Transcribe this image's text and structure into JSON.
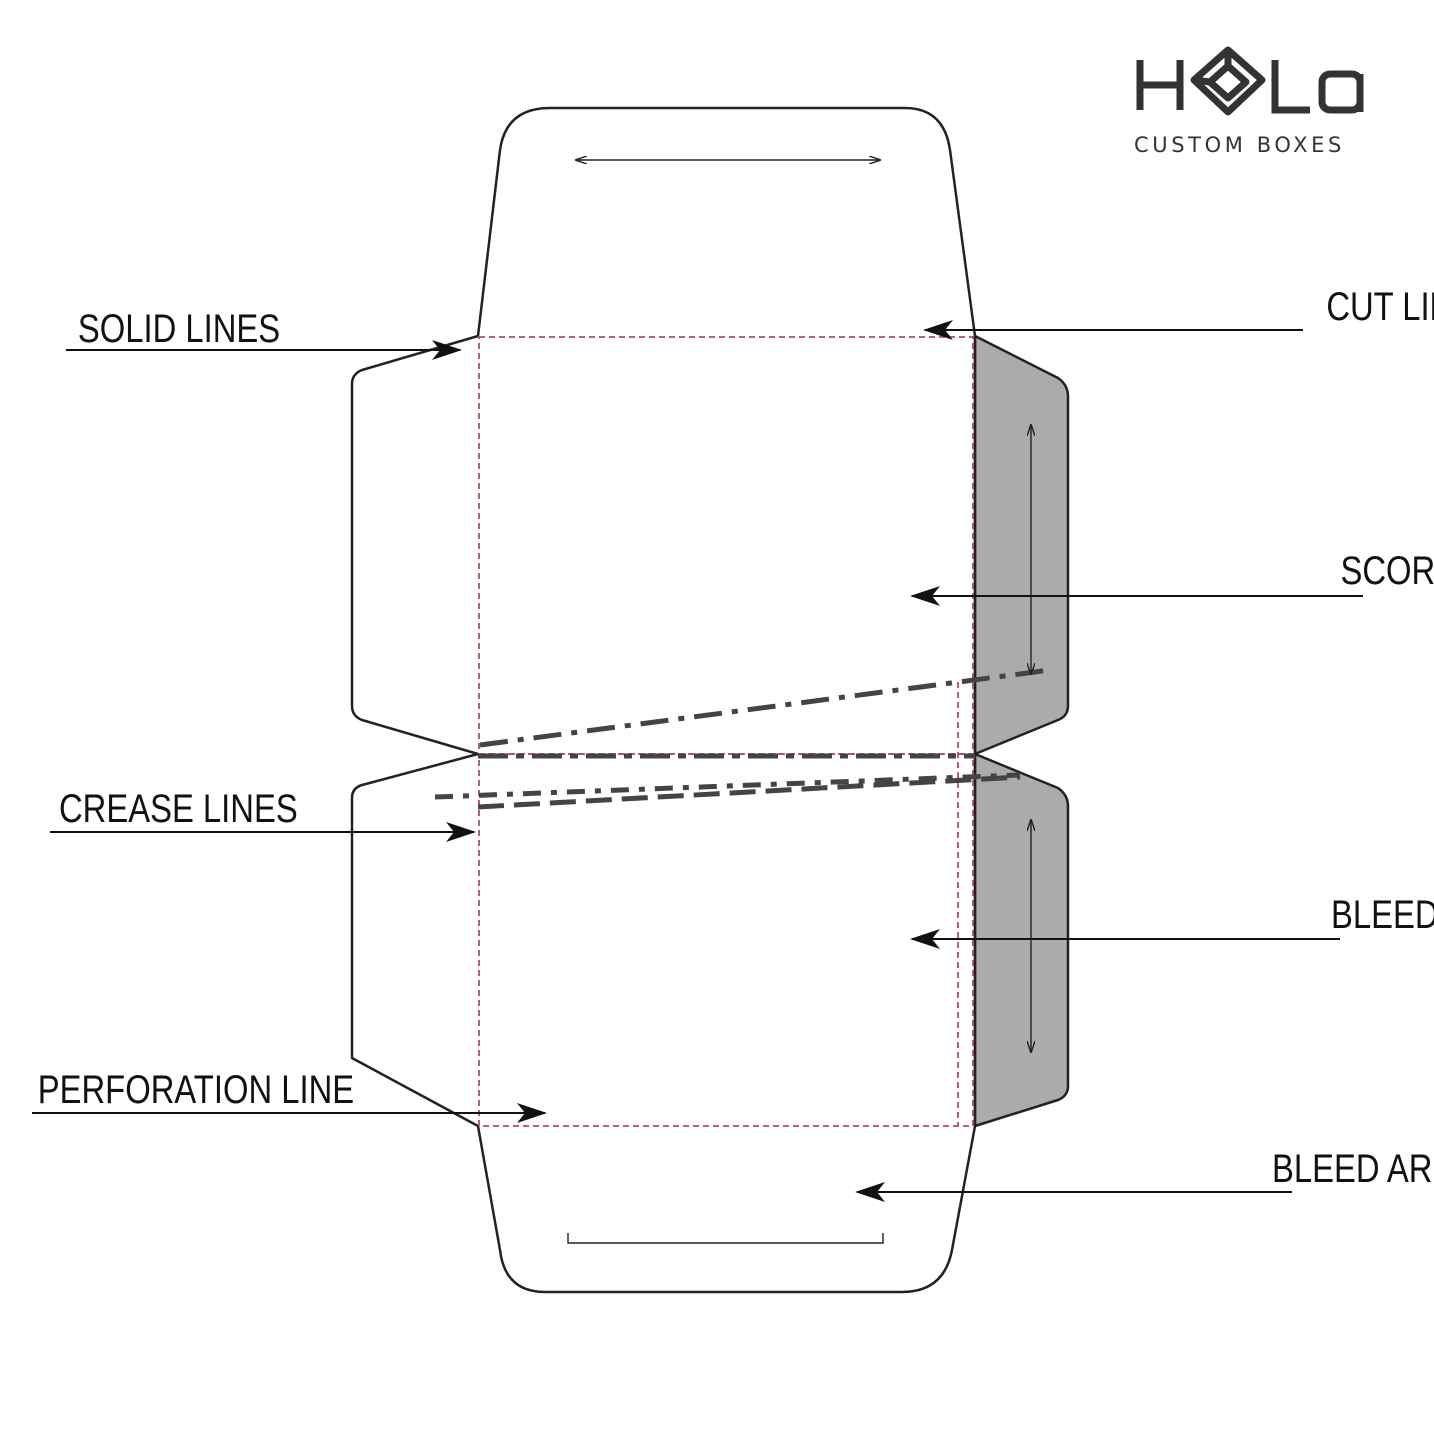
{
  "logo": {
    "brand": "HOLA",
    "tagline": "CUSTOM BOXES",
    "color": "#333333"
  },
  "labels": {
    "solid_lines": "SOLID LINES",
    "cut_lines": "CUT LINES",
    "score_lines": "SCORE LINES",
    "crease_lines": "CREASE LINES",
    "bleed_area_right": "BLEED AREA",
    "perforation_line": "PERFORATION LINE",
    "bleed_area_bottom": "BLEED AREA"
  },
  "colors": {
    "outline": "#222222",
    "bleed_dashed": "#b04a6a",
    "side_flap_fill": "#ababab",
    "crease_dash": "#444444",
    "text": "#111111"
  }
}
